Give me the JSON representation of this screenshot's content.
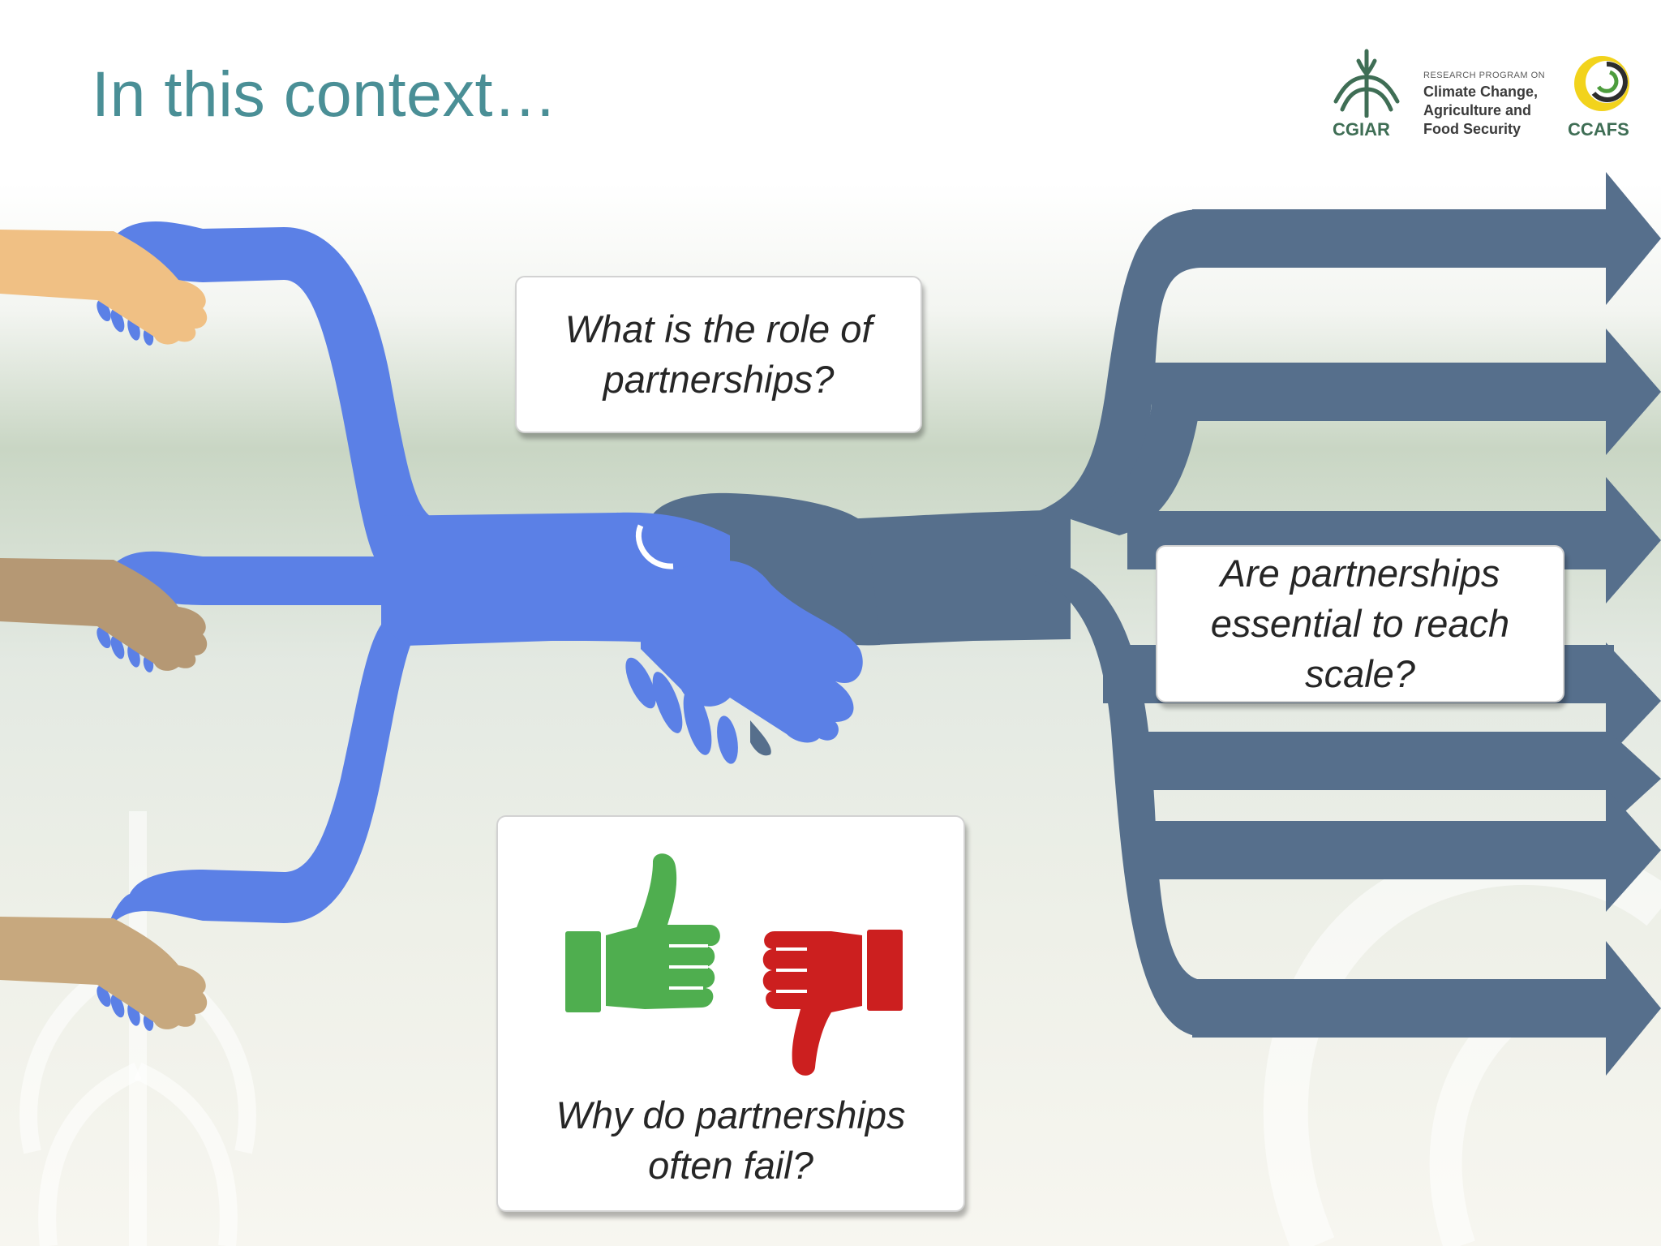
{
  "slide": {
    "title": "In this context…"
  },
  "logos": {
    "cgiar": "CGIAR",
    "program_small": "RESEARCH PROGRAM ON",
    "program_line1": "Climate Change,",
    "program_line2": "Agriculture and",
    "program_line3": "Food Security",
    "ccafs": "CCAFS"
  },
  "boxes": {
    "role": "What is the role of\npartnerships?",
    "scale": "Are partnerships\nessential to reach\nscale?",
    "fail": "Why do partnerships\noften fail?"
  },
  "colors": {
    "title": "#4a8f96",
    "left_hand_blue": "#5b80e6",
    "right_arm_slate": "#566f8c",
    "skin_light": "#f0c084",
    "skin_medium": "#b59874",
    "skin_tan": "#c7a87e",
    "thumb_up": "#4fae4f",
    "thumb_down": "#cc1f1f"
  },
  "icons": [
    "handshake-icon",
    "thumbs-up-icon",
    "thumbs-down-icon",
    "cgiar-logo-icon",
    "ccafs-logo-icon"
  ]
}
